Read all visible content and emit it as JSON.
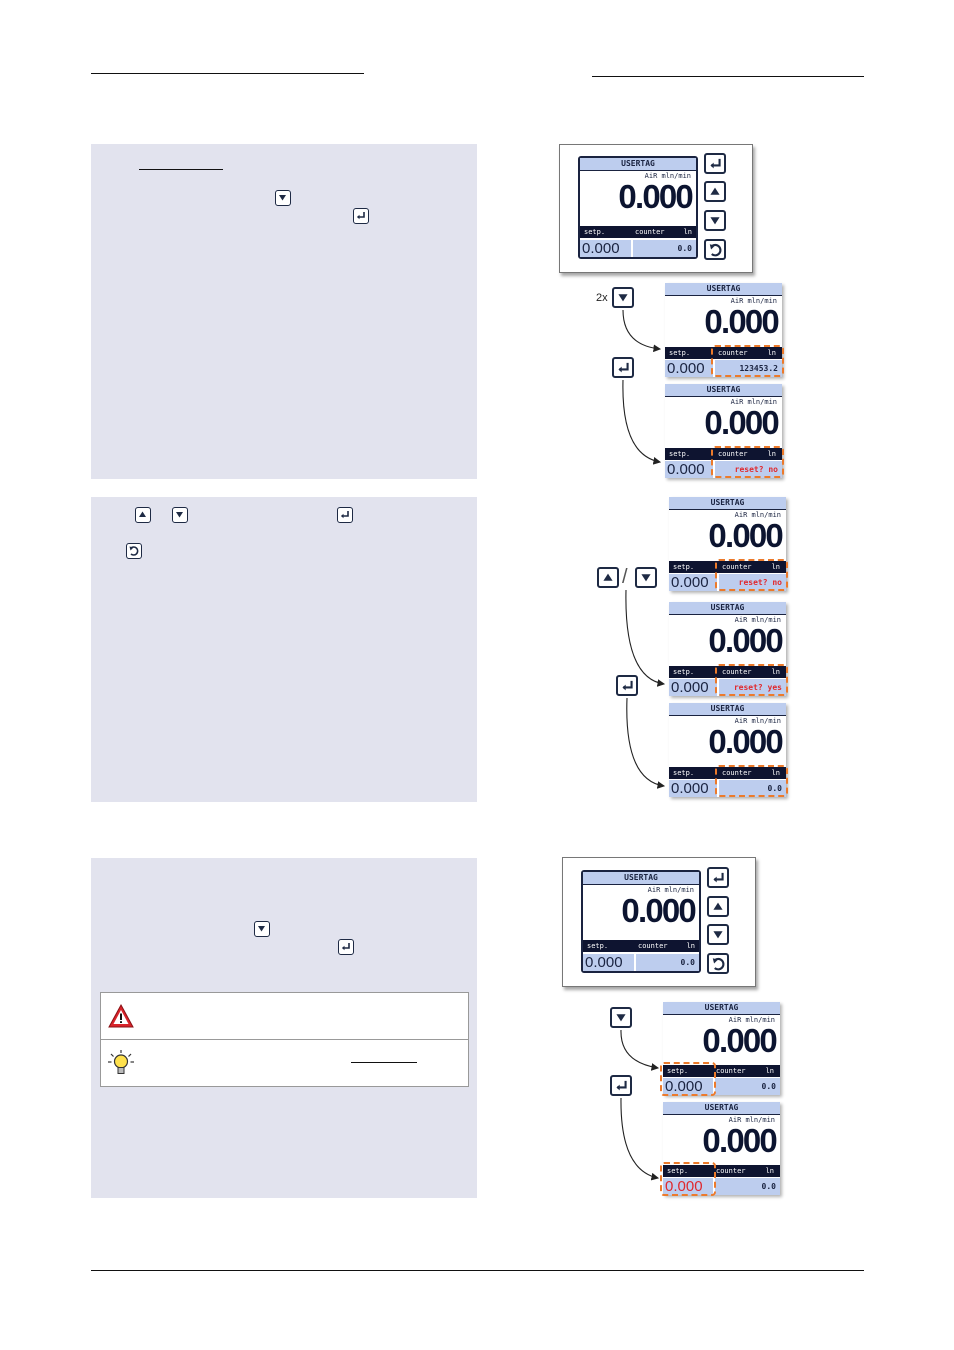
{
  "display": {
    "tag": "USERTAG",
    "unit": "AiR mln/min",
    "main_value": "0.000",
    "setp_label": "setp.",
    "counter_label": "counter",
    "counter_unit": "ln",
    "setp_value": "0.000",
    "counter_value": "0.0",
    "counter_total": "123453.2",
    "reset_no": "reset? no",
    "reset_yes": "reset? yes"
  },
  "annotations": {
    "twice": "2x",
    "slash": "/"
  },
  "colors": {
    "panel_bg": "#e2e3ee",
    "lcd_header": "#bdcdee",
    "lcd_dark": "#0e1430",
    "highlight": "#ec7a2b",
    "alert_red": "#e0292e"
  },
  "icons": [
    "enter-key-icon",
    "up-key-icon",
    "down-key-icon",
    "back-key-icon",
    "warning-triangle-icon",
    "lightbulb-tip-icon"
  ]
}
